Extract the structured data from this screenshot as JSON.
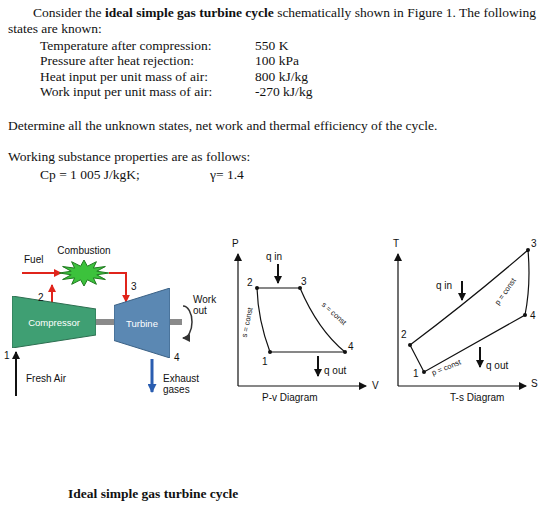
{
  "diagram": {
    "caption": "Ideal simple gas turbine cycle",
    "nodes": [
      {
        "text": [
          "Compressor"
        ]
      },
      {
        "text": [
          "Combustion"
        ]
      },
      {
        "text": [
          "Turbine"
        ]
      }
    ],
    "edges": [
      {
        "from": 0,
        "to": 1,
        "arrow": "to"
      },
      {
        "from": 1,
        "to": 2,
        "arrow": "to"
      },
      {
        "from": 0,
        "to": 2,
        "arrow": "none"
      }
    ],
    "labels": [
      "Consider the",
      "ideal simple gas turbine cycle",
      "schematically shown in Figure 1. The following states are known:",
      "Temperature after compression:",
      "550 K",
      "Pressure after heat rejection:",
      "100 kPa",
      "Heat input per unit mass of air:",
      "800 kJ/kg",
      "Work input per unit mass of air:",
      "-270 kJ/kg",
      "Determine all the unknown states, net work and thermal efficiency of the cycle.",
      "Working substance properties are as follows:",
      "Cp = 1 005 J/kgK;",
      "γ= 1.4",
      "Fuel",
      "2",
      "3",
      "1",
      "4",
      "Work out",
      "Fresh Air",
      "Exhaust gases",
      "P",
      "q in",
      "2",
      "3",
      "s = const",
      "s = const",
      "1",
      "4",
      "q out",
      "P-v Diagram",
      "V",
      "T",
      "3",
      "q in",
      "p = const",
      "4",
      "2",
      "1",
      "p = const",
      "q out",
      "T-s Diagram",
      "S"
    ]
  }
}
